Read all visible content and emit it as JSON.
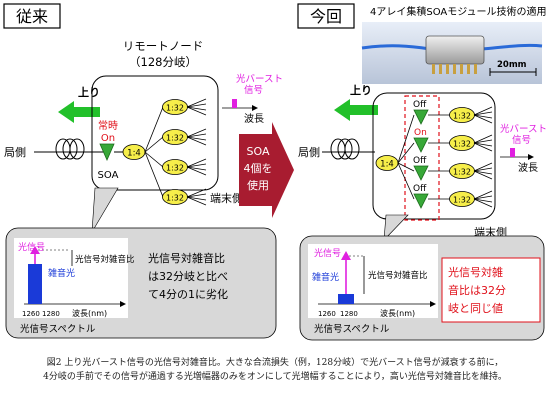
{
  "left": {
    "title": "従来",
    "remote_node_line1": "リモートノード",
    "remote_node_line2": "（128分岐）",
    "upstream": "上り",
    "station_side": "局側",
    "always_on_line1": "常時",
    "always_on_line2": "On",
    "soa": "SOA",
    "splitter_1_4": "1:4",
    "splitter_1_32": "1:32",
    "burst_line1": "光バースト",
    "burst_line2": "信号",
    "wavelength": "波長",
    "terminal_side": "端末側",
    "spectrum_signal": "光信号",
    "spectrum_noise": "雑音光",
    "spectrum_osnr": "光信号対雑音比",
    "tick_1260": "1260",
    "tick_1280": "1280",
    "axis_wavelength": "波長(nm)",
    "spectrum_title": "光信号スペクトル",
    "note_line1": "光信号対雑音比",
    "note_line2": "は32分岐と比べ",
    "note_line3": "て4分の1に劣化"
  },
  "middle": {
    "line1": "SOA",
    "line2": "4個を",
    "line3": "使用"
  },
  "right": {
    "title": "今回",
    "module_caption": "4アレイ集積SOAモジュール技術の適用",
    "scale": "20mm",
    "upstream": "上り",
    "station_side": "局側",
    "splitter_1_4": "1:4",
    "splitter_1_32": "1:32",
    "off": "Off",
    "on": "On",
    "burst_line1": "光バースト",
    "burst_line2": "信号",
    "wavelength": "波長",
    "terminal_side": "端末側",
    "spectrum_signal": "光信号",
    "spectrum_noise": "雑音光",
    "spectrum_osnr": "光信号対雑音比",
    "tick_1260": "1260",
    "tick_1280": "1280",
    "axis_wavelength": "波長(nm)",
    "spectrum_title": "光信号スペクトル",
    "note_line1": "光信号対雑",
    "note_line2": "音比は32分",
    "note_line3": "岐と同じ値"
  },
  "caption": {
    "line1": "図2 上り光バースト信号の光信号対雑音比。大きな合流損失（例，128分岐）で光バースト信号が減衰する前に，",
    "line2": "4分岐の手前でその信号が通過する光増幅器のみをオンにして光増幅することにより，高い光信号対雑音比を維持。"
  },
  "colors": {
    "accent_red": "#e0101a",
    "arrow_green": "#22c02a",
    "splitter_yellow": "#f6ee4a",
    "soa_green": "#38a838",
    "noise_blue": "#1a3ad8",
    "signal_magenta": "#e020e0",
    "callout_gray": "#d8d8d8",
    "middle_arrow": "#a81c30"
  }
}
